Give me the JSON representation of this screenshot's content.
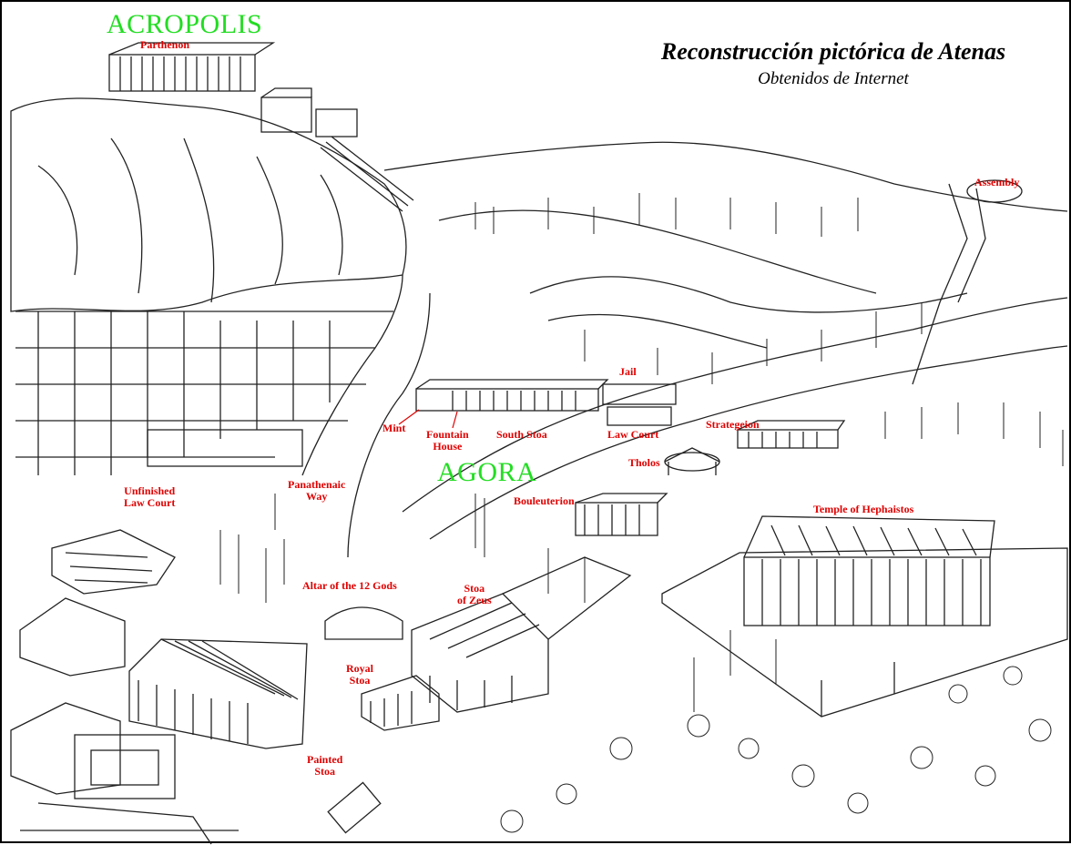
{
  "title": "Reconstrucción pictórica de Atenas",
  "subtitle": "Obtenidos de Internet",
  "colors": {
    "region_label": "#22dd22",
    "building_label": "#e00000",
    "linework": "#222222"
  },
  "regions": {
    "acropolis": "ACROPOLIS",
    "agora": "AGORA"
  },
  "labels": {
    "parthenon": "Parthenon",
    "assembly": "Assembly",
    "jail": "Jail",
    "mint": "Mint",
    "fountain_house": "Fountain\nHouse",
    "south_stoa": "South Stoa",
    "law_court": "Law Court",
    "strategeion": "Strategeion",
    "tholos": "Tholos",
    "bouleuterion": "Bouleuterion",
    "temple_hephaistos": "Temple of Hephaistos",
    "unfinished_law_court": "Unfinished\nLaw Court",
    "panathenaic_way": "Panathenaic\nWay",
    "altar_12_gods": "Altar of the 12 Gods",
    "stoa_zeus": "Stoa\nof Zeus",
    "royal_stoa": "Royal\nStoa",
    "painted_stoa": "Painted\nStoa"
  }
}
